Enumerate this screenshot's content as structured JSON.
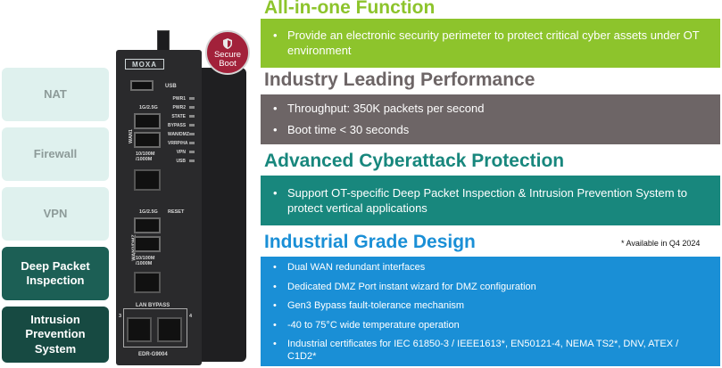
{
  "features": [
    {
      "label": "NAT"
    },
    {
      "label": "Firewall"
    },
    {
      "label": "VPN"
    },
    {
      "label": "Deep Packet Inspection"
    },
    {
      "label": "Intrusion Prevention System"
    }
  ],
  "device": {
    "brand": "MOXA",
    "model": "EDR-G9004",
    "usb_label": "USB",
    "leds": [
      "PWR1",
      "PWR2",
      "STATE",
      "BYPASS",
      "WAN/DMZ",
      "VRRP/HA",
      "VPN",
      "USB"
    ],
    "port_labels": {
      "sfp1": "1G/2.5G",
      "rj1": "10/100M /1000M",
      "wan1": "WAN1",
      "sfp2": "1G/2.5G",
      "reset": "RESET",
      "rj2": "10/100M /1000M",
      "wan2": "WAN2/DMZ",
      "bypass": "LAN BYPASS",
      "port3": "3",
      "port4": "4"
    },
    "badge": {
      "line1": "Secure",
      "line2": "Boot"
    }
  },
  "sections": [
    {
      "title": "All-in-one Function",
      "title_color": "#8dc42c",
      "box_color": "#8dc42c",
      "bullets": [
        "Provide an electronic security perimeter to protect critical cyber assets under OT environment"
      ]
    },
    {
      "title": "Industry Leading Performance",
      "title_color": "#6d6566",
      "box_color": "#6d6566",
      "bullets": [
        "Throughput: 350K packets per second",
        "Boot time < 30 seconds"
      ]
    },
    {
      "title": "Advanced Cyberattack Protection",
      "title_color": "#18877d",
      "box_color": "#18877d",
      "bullets": [
        "Support OT-specific Deep Packet Inspection & Intrusion Prevention System to protect vertical applications"
      ]
    },
    {
      "title": "Industrial Grade Design",
      "title_color": "#1a8fd6",
      "box_color": "#1a8fd6",
      "bullets": [
        "Dual WAN redundant interfaces",
        "Dedicated DMZ Port instant wizard for DMZ configuration",
        "Gen3 Bypass fault-tolerance mechanism",
        "-40 to 75°C wide temperature operation",
        "Industrial certificates for IEC 61850-3 / IEEE1613*, EN50121-4, NEMA TS2*, DNV, ATEX / C1D2*"
      ]
    }
  ],
  "availability_note": "* Available in Q4 2024"
}
